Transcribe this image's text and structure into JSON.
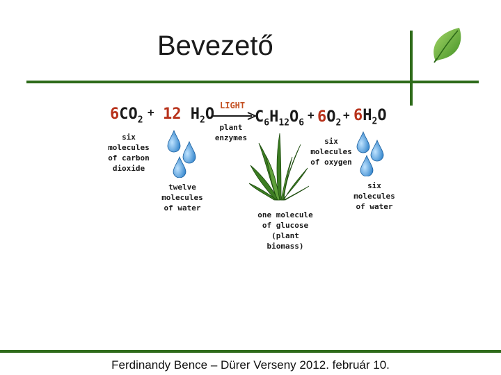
{
  "slide": {
    "title": "Bevezető",
    "footer": "Ferdinandy Bence – Dürer Verseny 2012. február 10."
  },
  "equation": {
    "co2_coef": "6",
    "co2_formula": "CO",
    "co2_sub": "2",
    "plus": "+",
    "water_coef": "12",
    "water_formula_h": "H",
    "water_sub": "2",
    "water_formula_o": "O",
    "light": "LIGHT",
    "plant_enzymes": [
      "plant",
      "enzymes"
    ],
    "glucose_c": "C",
    "glucose_c_sub": "6",
    "glucose_h": "H",
    "glucose_h_sub": "12",
    "glucose_o": "O",
    "glucose_o_sub": "6",
    "o2_coef": "6",
    "o2_formula": "O",
    "o2_sub": "2",
    "water_out_coef": "6",
    "water_out_h": "H",
    "water_out_sub": "2",
    "water_out_o": "O"
  },
  "notes": {
    "co2": [
      "six",
      "molecules",
      "of carbon",
      "dioxide"
    ],
    "water_in": [
      "twelve",
      "molecules",
      "of water"
    ],
    "oxygen": [
      "six",
      "molecules",
      "of oxygen"
    ],
    "glucose": [
      "one molecule",
      "of glucose",
      "(plant biomass)"
    ],
    "water_out": [
      "six",
      "molecules",
      "of water"
    ]
  },
  "icons": {
    "leaf": "leaf-icon",
    "droplet": "water-droplet-icon",
    "plant": "grass-plant-icon",
    "arrow": "reaction-arrow-icon"
  },
  "colors": {
    "accent_green": "#2e6b1a",
    "coefficient_red": "#b8321b",
    "light_orange": "#c45021",
    "droplet_blue": "#2a7fc9",
    "leaf_green": "#6cb33f"
  }
}
